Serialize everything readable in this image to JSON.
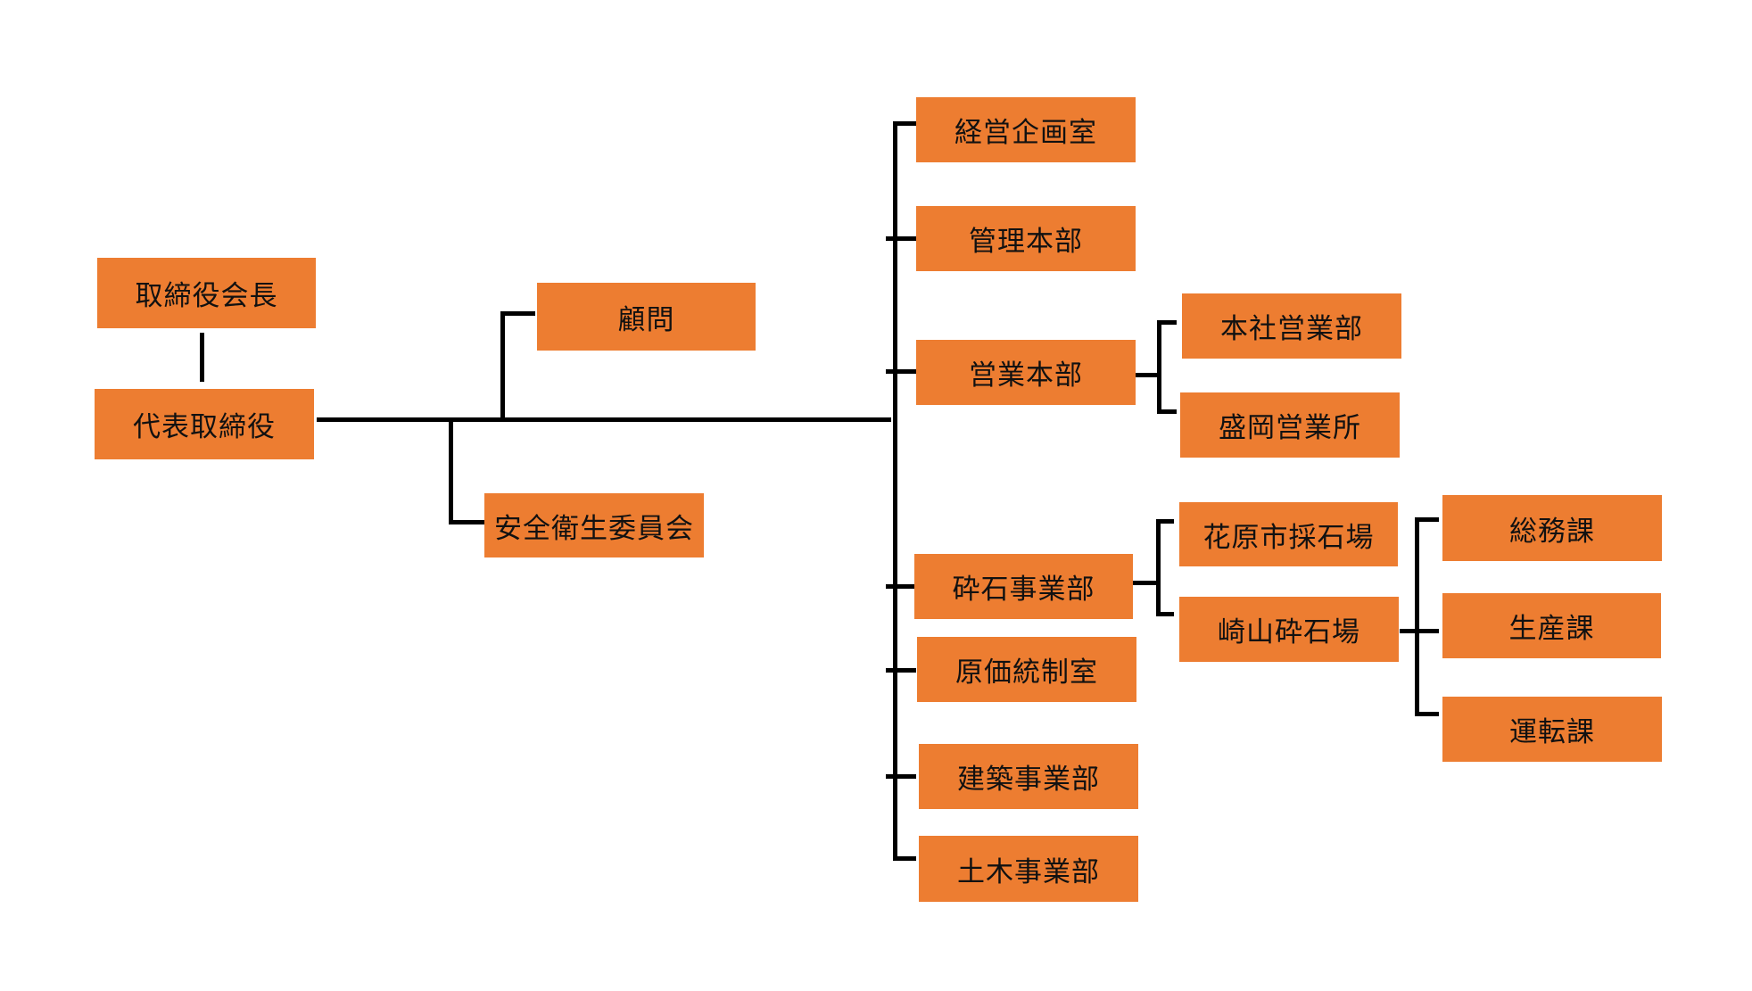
{
  "org_chart": {
    "box_color": "#ED7D31",
    "line_color": "#000000",
    "chairman": "取締役会長",
    "ceo": "代表取締役",
    "advisor": "顧問",
    "safety_committee": "安全衛生委員会",
    "planning_office": "経営企画室",
    "admin_hq": "管理本部",
    "sales_hq": "営業本部",
    "head_office_sales": "本社営業部",
    "morioka_sales": "盛岡営業所",
    "crushed_stone_division": "砕石事業部",
    "hanahara_quarry": "花原市採石場",
    "sakiyama_quarry": "崎山砕石場",
    "general_affairs_section": "総務課",
    "production_section": "生産課",
    "operation_section": "運転課",
    "cost_control_office": "原価統制室",
    "construction_division": "建築事業部",
    "civil_engineering_division": "土木事業部"
  }
}
